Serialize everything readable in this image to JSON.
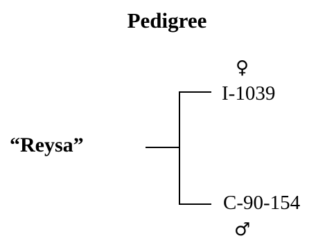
{
  "title": "Pedigree",
  "root": {
    "label": "“Reysa”"
  },
  "parents": {
    "female": {
      "label": "I-1039",
      "symbol": "♀"
    },
    "male": {
      "label": "C-90-154",
      "symbol": "♂"
    }
  }
}
